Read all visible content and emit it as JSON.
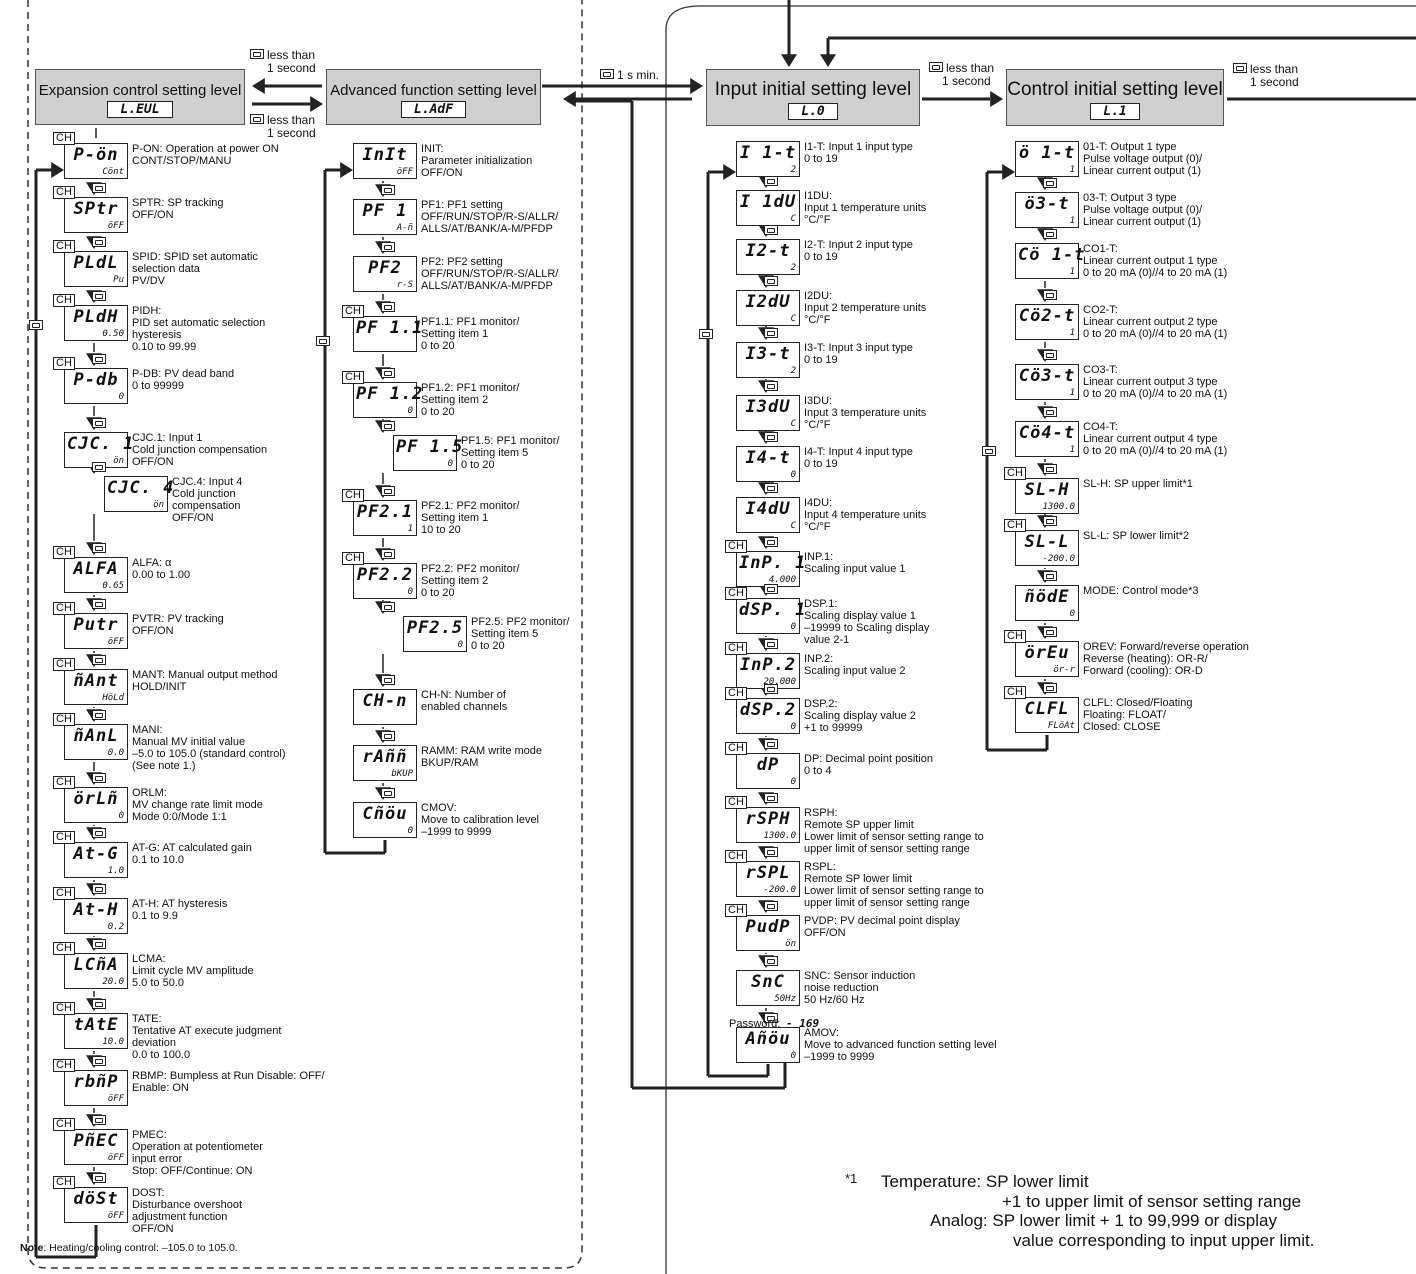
{
  "levels": {
    "expansion": {
      "title": "Expansion control setting level",
      "code": "L.EUL"
    },
    "advanced": {
      "title": "Advanced function setting level",
      "code": "L.AdF"
    },
    "input_initial": {
      "title": "Input initial setting level",
      "code": "L.0"
    },
    "control_initial": {
      "title": "Control initial setting level",
      "code": "L.1"
    }
  },
  "transitions": {
    "less_than_1_second": [
      "less than",
      "1 second"
    ],
    "one_s_min": "1 s min."
  },
  "expansion_params": [
    {
      "main": "P-ön",
      "sub": "Cönt",
      "ch": true,
      "lines": [
        "P-ON: Operation at power ON",
        "CONT/STOP/MANU"
      ]
    },
    {
      "main": "SPtr",
      "sub": "öFF",
      "ch": true,
      "lines": [
        "SPTR: SP tracking",
        "OFF/ON"
      ]
    },
    {
      "main": "PLdL",
      "sub": "Pu",
      "ch": true,
      "lines": [
        "SPID: SPID set automatic",
        "selection data",
        "PV/DV"
      ]
    },
    {
      "main": "PLdH",
      "sub": "0.50",
      "ch": true,
      "lines": [
        "PIDH:",
        "PID set automatic selection",
        "hysteresis",
        "0.10 to 99.99"
      ]
    },
    {
      "main": "P-db",
      "sub": "0",
      "ch": true,
      "lines": [
        "P-DB: PV dead band",
        "0 to 99999"
      ]
    },
    {
      "main": "CJC. 1",
      "sub": "ön",
      "ch": false,
      "lines": [
        "CJC.1: Input 1",
        "Cold junction compensation",
        "OFF/ON"
      ]
    },
    {
      "main": "CJC. 4",
      "sub": "ön",
      "ch": false,
      "lines": [
        "CJC.4: Input 4",
        "Cold junction",
        "compensation",
        "OFF/ON"
      ]
    },
    {
      "main": "ALFA",
      "sub": "0.65",
      "ch": true,
      "lines": [
        "ALFA: α",
        "0.00 to 1.00"
      ]
    },
    {
      "main": "Putr",
      "sub": "öFF",
      "ch": true,
      "lines": [
        "PVTR: PV tracking",
        "OFF/ON"
      ]
    },
    {
      "main": "ñAnt",
      "sub": "HöLd",
      "ch": true,
      "lines": [
        "MANT: Manual output method",
        "HOLD/INIT"
      ]
    },
    {
      "main": "ñAnL",
      "sub": "0.0",
      "ch": true,
      "lines": [
        "MANI:",
        "Manual MV initial value",
        "–5.0 to 105.0 (standard control)",
        "(See note 1.)"
      ]
    },
    {
      "main": "örLñ",
      "sub": "0",
      "ch": true,
      "lines": [
        "ORLM:",
        "MV change rate limit mode",
        "Mode 0:0/Mode 1:1"
      ]
    },
    {
      "main": "At-G",
      "sub": "1.0",
      "ch": true,
      "lines": [
        "AT-G: AT calculated gain",
        "0.1 to 10.0"
      ]
    },
    {
      "main": "At-H",
      "sub": "0.2",
      "ch": true,
      "lines": [
        "AT-H: AT hysteresis",
        "0.1 to 9.9"
      ]
    },
    {
      "main": "LCñA",
      "sub": "20.0",
      "ch": true,
      "lines": [
        "LCMA:",
        "Limit cycle MV amplitude",
        "5.0 to 50.0"
      ]
    },
    {
      "main": "tAtE",
      "sub": "10.0",
      "ch": true,
      "lines": [
        "TATE:",
        "Tentative AT execute judgment",
        "deviation",
        "0.0 to 100.0"
      ]
    },
    {
      "main": "rbñP",
      "sub": "öFF",
      "ch": true,
      "lines": [
        "RBMP: Bumpless at Run Disable: OFF/",
        "Enable: ON"
      ]
    },
    {
      "main": "PñEC",
      "sub": "öFF",
      "ch": true,
      "lines": [
        "PMEC:",
        "Operation at potentiometer",
        "input error",
        "Stop: OFF/Continue: ON"
      ]
    },
    {
      "main": "döSt",
      "sub": "öFF",
      "ch": true,
      "lines": [
        "DOST:",
        "Disturbance overshoot",
        "adjustment function",
        "OFF/ON"
      ]
    }
  ],
  "advanced_params": [
    {
      "main": "InIt",
      "sub": "öFF",
      "ch": false,
      "lines": [
        "INIT:",
        "Parameter initialization",
        "OFF/ON"
      ]
    },
    {
      "main": "PF 1",
      "sub": "A-ñ",
      "ch": false,
      "lines": [
        "PF1: PF1 setting",
        "OFF/RUN/STOP/R-S/ALLR/",
        "ALLS/AT/BANK/A-M/PFDP"
      ]
    },
    {
      "main": "PF2",
      "sub": "r-S",
      "ch": false,
      "lines": [
        "PF2: PF2 setting",
        "OFF/RUN/STOP/R-S/ALLR/",
        "ALLS/AT/BANK/A-M/PFDP"
      ]
    },
    {
      "main": "PF 1.1",
      "sub": "",
      "ch": true,
      "lines": [
        "PF1.1: PF1 monitor/",
        "Setting item 1",
        "0 to 20"
      ]
    },
    {
      "main": "PF 1.2",
      "sub": "0",
      "ch": true,
      "lines": [
        "PF1.2: PF1 monitor/",
        "Setting item 2",
        "0 to 20"
      ]
    },
    {
      "main": "PF 1.5",
      "sub": "0",
      "ch": false,
      "lines": [
        "PF1.5: PF1 monitor/",
        "Setting item 5",
        "0 to 20"
      ]
    },
    {
      "main": "PF2.1",
      "sub": "1",
      "ch": true,
      "lines": [
        "PF2.1: PF2 monitor/",
        "Setting item 1",
        "10 to 20"
      ]
    },
    {
      "main": "PF2.2",
      "sub": "0",
      "ch": true,
      "lines": [
        "PF2.2: PF2 monitor/",
        "Setting item 2",
        "0 to 20"
      ]
    },
    {
      "main": "PF2.5",
      "sub": "0",
      "ch": false,
      "lines": [
        "PF2.5: PF2 monitor/",
        "Setting item 5",
        "0 to 20"
      ]
    },
    {
      "main": "CH-n",
      "sub": "",
      "ch": false,
      "lines": [
        "CH-N: Number of",
        "enabled channels"
      ]
    },
    {
      "main": "rAññ",
      "sub": "bKUP",
      "ch": false,
      "lines": [
        "RAMM: RAM write mode",
        "BKUP/RAM"
      ]
    },
    {
      "main": "Cñöu",
      "sub": "0",
      "ch": false,
      "lines": [
        "CMOV:",
        "Move to calibration level",
        "–1999 to 9999"
      ]
    }
  ],
  "input_params": [
    {
      "main": "I 1-t",
      "sub": "2",
      "ch": false,
      "lines": [
        "I1-T: Input 1 input type",
        "0 to 19"
      ]
    },
    {
      "main": "I 1dU",
      "sub": "C",
      "ch": false,
      "lines": [
        "I1DU:",
        "Input 1 temperature units",
        "°C/°F"
      ]
    },
    {
      "main": "I2-t",
      "sub": "2",
      "ch": false,
      "lines": [
        "I2-T: Input 2 input type",
        "0 to 19"
      ]
    },
    {
      "main": "I2dU",
      "sub": "C",
      "ch": false,
      "lines": [
        "I2DU:",
        "Input 2 temperature units",
        "°C/°F"
      ]
    },
    {
      "main": "I3-t",
      "sub": "2",
      "ch": false,
      "lines": [
        "I3-T: Input 3 input type",
        "0 to 19"
      ]
    },
    {
      "main": "I3dU",
      "sub": "C",
      "ch": false,
      "lines": [
        "I3DU:",
        "Input 3 temperature units",
        "°C/°F"
      ]
    },
    {
      "main": "I4-t",
      "sub": "0",
      "ch": false,
      "lines": [
        "I4-T: Input 4 input type",
        "0 to 19"
      ]
    },
    {
      "main": "I4dU",
      "sub": "C",
      "ch": false,
      "lines": [
        "I4DU:",
        "Input 4 temperature units",
        "°C/°F"
      ]
    },
    {
      "main": "InP. 1",
      "sub": "4.000",
      "ch": true,
      "lines": [
        "INP.1:",
        "Scaling input value 1"
      ]
    },
    {
      "main": "dSP. 1",
      "sub": "0",
      "ch": true,
      "lines": [
        "DSP.1:",
        "Scaling display value 1",
        "–19999 to Scaling display",
        "value 2-1"
      ]
    },
    {
      "main": "InP.2",
      "sub": "20.000",
      "ch": true,
      "lines": [
        "INP.2:",
        "Scaling input value 2"
      ]
    },
    {
      "main": "dSP.2",
      "sub": "0",
      "ch": true,
      "lines": [
        "DSP.2:",
        "Scaling display value 2",
        "+1 to 99999"
      ]
    },
    {
      "main": "dP",
      "sub": "0",
      "ch": true,
      "lines": [
        "DP: Decimal point position",
        "0 to 4"
      ]
    },
    {
      "main": "rSPH",
      "sub": "1300.0",
      "ch": true,
      "lines": [
        "RSPH:",
        "Remote SP upper limit",
        "Lower limit of sensor setting range to",
        "upper limit of sensor setting range"
      ]
    },
    {
      "main": "rSPL",
      "sub": "-200.0",
      "ch": true,
      "lines": [
        "RSPL:",
        "Remote SP lower limit",
        "Lower limit of sensor setting range to",
        "upper limit of sensor setting range"
      ]
    },
    {
      "main": "PudP",
      "sub": "ön",
      "ch": true,
      "lines": [
        "PVDP: PV decimal point display",
        "OFF/ON"
      ]
    },
    {
      "main": "SnC",
      "sub": "50Hz",
      "ch": false,
      "lines": [
        "SNC: Sensor induction",
        "noise reduction",
        "50 Hz/60 Hz"
      ]
    },
    {
      "main": "Añöu",
      "sub": "0",
      "ch": false,
      "lines": [
        "AMOV:",
        "Move to advanced function setting level",
        "–1999 to 9999"
      ]
    }
  ],
  "control_params": [
    {
      "main": "ö 1-t",
      "sub": "1",
      "ch": false,
      "lines": [
        "01-T: Output 1 type",
        "Pulse voltage output (0)/",
        "Linear current output (1)"
      ]
    },
    {
      "main": "ö3-t",
      "sub": "1",
      "ch": false,
      "lines": [
        "03-T: Output 3 type",
        "Pulse voltage output (0)/",
        "Linear current output (1)"
      ]
    },
    {
      "main": "Cö 1-t",
      "sub": "1",
      "ch": false,
      "lines": [
        "CO1-T:",
        "Linear current output 1 type",
        "0 to  20 mA (0)//4 to 20 mA (1)"
      ]
    },
    {
      "main": "Cö2-t",
      "sub": "1",
      "ch": false,
      "lines": [
        "CO2-T:",
        "Linear current output 2 type",
        "0 to  20 mA (0)//4 to 20 mA (1)"
      ]
    },
    {
      "main": "Cö3-t",
      "sub": "1",
      "ch": false,
      "lines": [
        "CO3-T:",
        "Linear current output 3 type",
        "0 to  20 mA (0)//4 to 20 mA (1)"
      ]
    },
    {
      "main": "Cö4-t",
      "sub": "1",
      "ch": false,
      "lines": [
        "CO4-T:",
        "Linear current output 4 type",
        "0 to  20 mA (0)//4 to 20 mA (1)"
      ]
    },
    {
      "main": "SL-H",
      "sub": "1300.0",
      "ch": true,
      "lines": [
        "SL-H: SP upper limit*1"
      ]
    },
    {
      "main": "SL-L",
      "sub": "-200.0",
      "ch": true,
      "lines": [
        "SL-L: SP lower limit*2"
      ]
    },
    {
      "main": "ñödE",
      "sub": "0",
      "ch": false,
      "lines": [
        "MODE: Control mode*3"
      ]
    },
    {
      "main": "örEu",
      "sub": "ör-r",
      "ch": true,
      "lines": [
        "OREV: Forward/reverse operation",
        "Reverse (heating): OR-R/",
        "Forward (cooling): OR-D"
      ]
    },
    {
      "main": "CLFL",
      "sub": "FLöAt",
      "ch": true,
      "lines": [
        "CLFL: Closed/Floating",
        "Floating: FLOAT/",
        "Closed: CLOSE"
      ]
    }
  ],
  "ch_label": "CH",
  "note": {
    "label": "Note",
    "text": ": Heating/cooling control: –105.0 to 105.0."
  },
  "password": {
    "label": "Password:",
    "value": "- 169"
  },
  "footnote": {
    "marker": "*1",
    "line1": "Temperature: SP lower limit",
    "line2": "+1 to upper limit of sensor setting range",
    "line3": "Analog:  SP lower limit + 1 to 99,999 or display",
    "line4": "value corresponding to input upper limit."
  }
}
